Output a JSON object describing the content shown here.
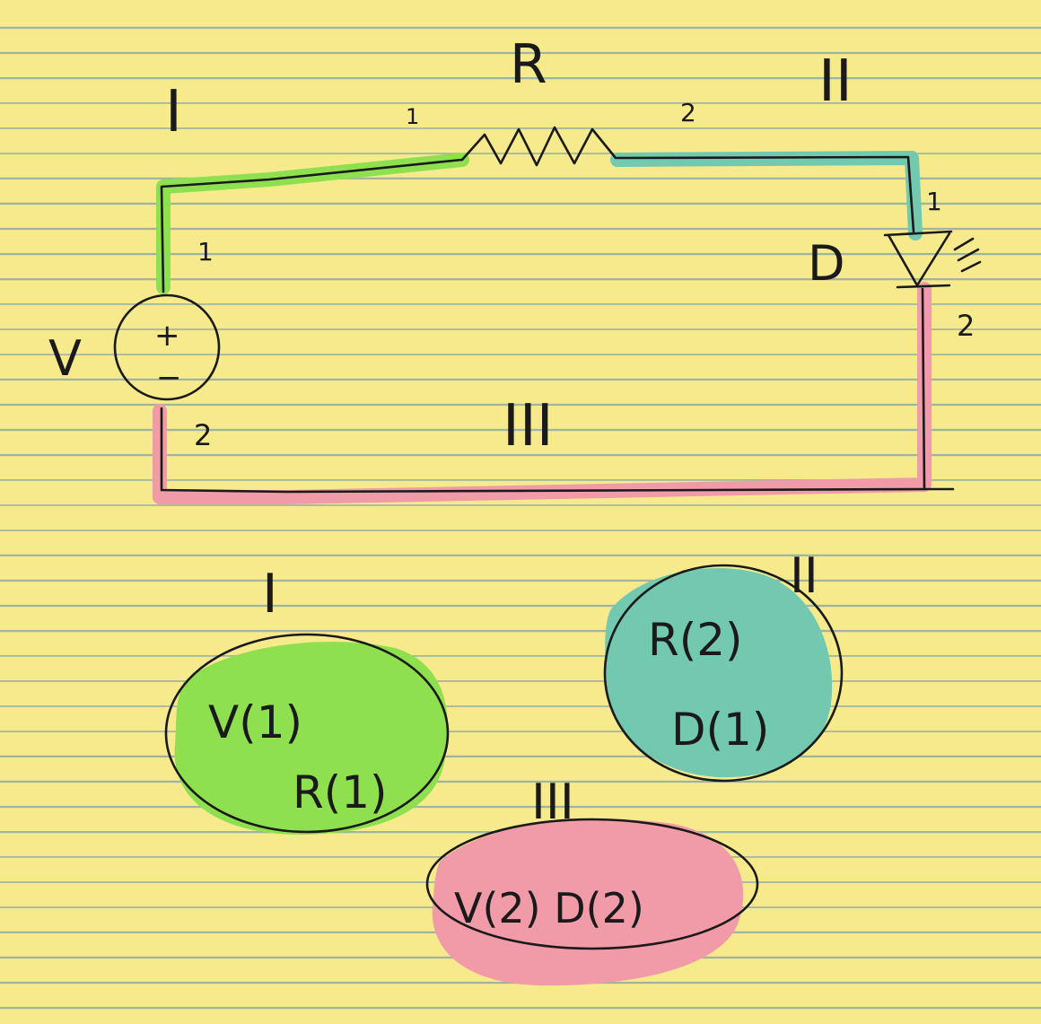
{
  "colors": {
    "paper": "#f6ea8c",
    "rule_line": "#9fb3a2",
    "ink": "#1a1a1a",
    "net_I": "#8ee04f",
    "net_II": "#72c9b0",
    "net_III": "#f19aa8"
  },
  "circuit": {
    "resistor_label": "R",
    "resistor_pin1": "1",
    "resistor_pin2": "2",
    "diode_label": "D",
    "diode_pin1": "1",
    "diode_pin2": "2",
    "source_label": "V",
    "source_plus": "+",
    "source_minus": "−",
    "source_pin1": "1",
    "source_pin2": "2",
    "net_I_label": "I",
    "net_II_label": "II",
    "net_III_label": "III"
  },
  "groups": {
    "I": {
      "label": "I",
      "lines": [
        "V(1)",
        "R(1)"
      ]
    },
    "II": {
      "label": "II",
      "lines": [
        "R(2)",
        "D(1)"
      ]
    },
    "III": {
      "label": "III",
      "lines": [
        "V(2) D(2)"
      ]
    }
  }
}
